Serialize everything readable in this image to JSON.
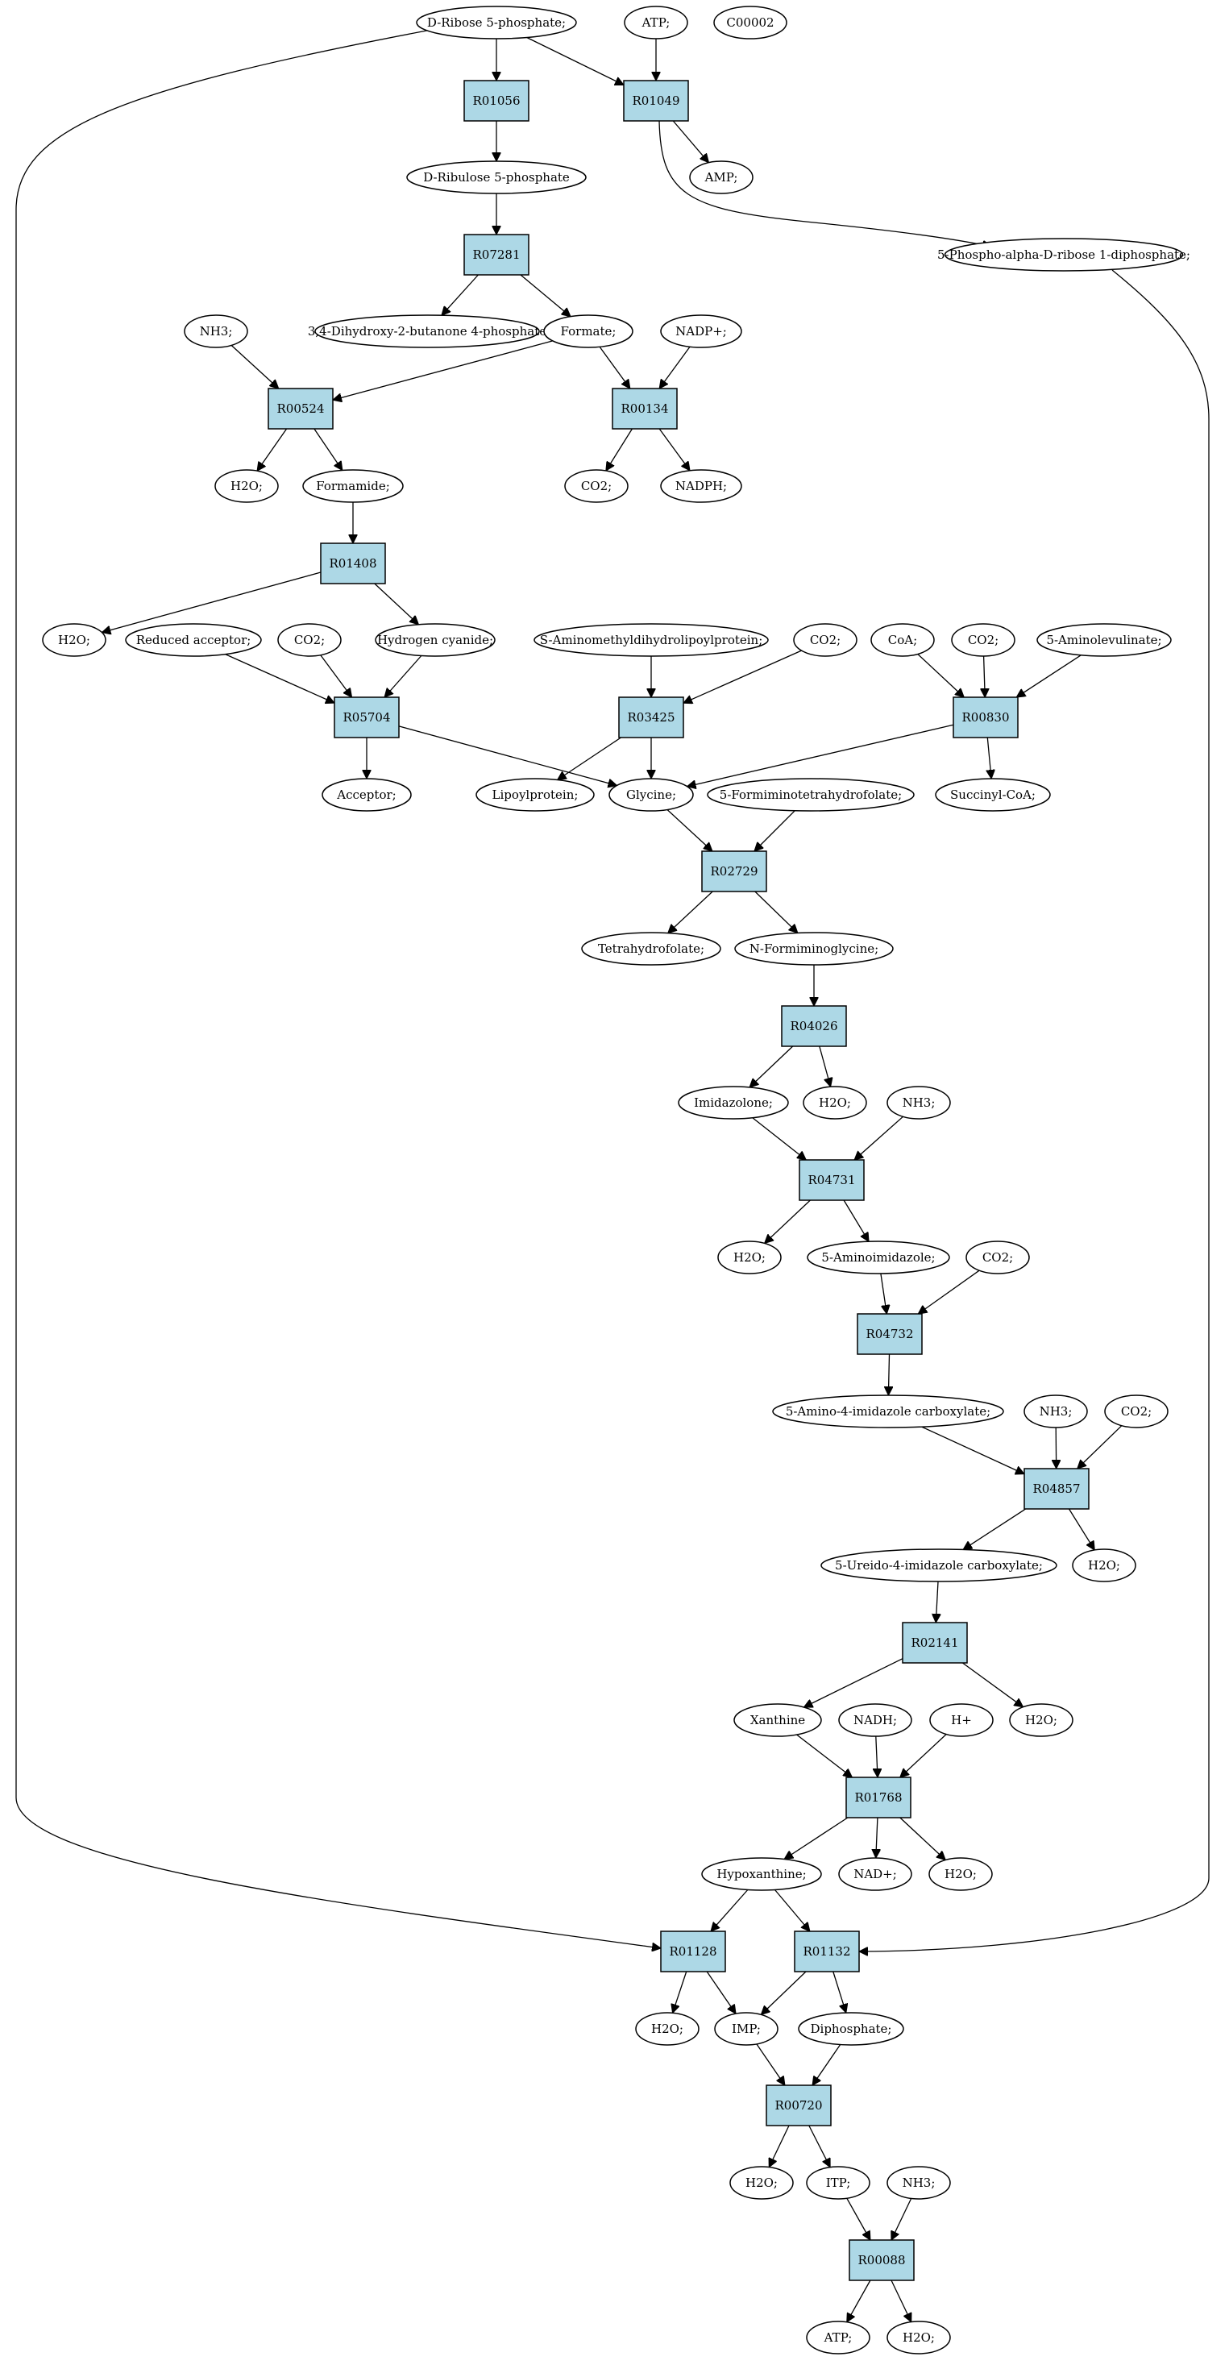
{
  "colors": {
    "reaction_fill": "#add8e6",
    "start_fill": "#00ff00",
    "target_fill": "#ffff00",
    "compound_fill": "#ffffff",
    "stroke": "#000000"
  },
  "nodes": [
    {
      "id": "n_ribose5p",
      "label": "D-Ribose 5-phosphate;",
      "kind": "start"
    },
    {
      "id": "n_atp_top",
      "label": "ATP;",
      "kind": "compound"
    },
    {
      "id": "n_c00002",
      "label": "C00002",
      "kind": "target"
    },
    {
      "id": "r_R01056",
      "label": "R01056",
      "kind": "reaction"
    },
    {
      "id": "r_R01049",
      "label": "R01049",
      "kind": "reaction"
    },
    {
      "id": "n_ribulose5p",
      "label": "D-Ribulose 5-phosphate",
      "kind": "compound"
    },
    {
      "id": "n_amp",
      "label": "AMP;",
      "kind": "compound"
    },
    {
      "id": "n_prpp",
      "label": "5-Phospho-alpha-D-ribose 1-diphosphate;",
      "kind": "compound"
    },
    {
      "id": "r_R07281",
      "label": "R07281",
      "kind": "reaction"
    },
    {
      "id": "n_nh3_1",
      "label": "NH3;",
      "kind": "compound"
    },
    {
      "id": "n_dhbp",
      "label": "3,4-Dihydroxy-2-butanone 4-phosphate",
      "kind": "compound"
    },
    {
      "id": "n_formate",
      "label": "Formate;",
      "kind": "compound"
    },
    {
      "id": "n_nadp",
      "label": "NADP+;",
      "kind": "compound"
    },
    {
      "id": "r_R00524",
      "label": "R00524",
      "kind": "reaction"
    },
    {
      "id": "r_R00134",
      "label": "R00134",
      "kind": "reaction"
    },
    {
      "id": "n_h2o_1",
      "label": "H2O;",
      "kind": "compound"
    },
    {
      "id": "n_formamide",
      "label": "Formamide;",
      "kind": "compound"
    },
    {
      "id": "n_co2_1",
      "label": "CO2;",
      "kind": "compound"
    },
    {
      "id": "n_nadph",
      "label": "NADPH;",
      "kind": "compound"
    },
    {
      "id": "r_R01408",
      "label": "R01408",
      "kind": "reaction"
    },
    {
      "id": "n_h2o_2",
      "label": "H2O;",
      "kind": "compound"
    },
    {
      "id": "n_redacc",
      "label": "Reduced acceptor;",
      "kind": "compound"
    },
    {
      "id": "n_co2_2",
      "label": "CO2;",
      "kind": "compound"
    },
    {
      "id": "n_hcn",
      "label": "Hydrogen cyanide;",
      "kind": "compound"
    },
    {
      "id": "n_samdlp",
      "label": "S-Aminomethyldihydrolipoylprotein;",
      "kind": "compound"
    },
    {
      "id": "n_co2_3",
      "label": "CO2;",
      "kind": "compound"
    },
    {
      "id": "n_coa",
      "label": "CoA;",
      "kind": "compound"
    },
    {
      "id": "n_co2_4",
      "label": "CO2;",
      "kind": "compound"
    },
    {
      "id": "n_ala",
      "label": "5-Aminolevulinate;",
      "kind": "compound"
    },
    {
      "id": "r_R05704",
      "label": "R05704",
      "kind": "reaction"
    },
    {
      "id": "r_R03425",
      "label": "R03425",
      "kind": "reaction"
    },
    {
      "id": "r_R00830",
      "label": "R00830",
      "kind": "reaction"
    },
    {
      "id": "n_acceptor",
      "label": "Acceptor;",
      "kind": "compound"
    },
    {
      "id": "n_lipoyl",
      "label": "Lipoylprotein;",
      "kind": "compound"
    },
    {
      "id": "n_glycine",
      "label": "Glycine;",
      "kind": "compound"
    },
    {
      "id": "n_fthf",
      "label": "5-Formiminotetrahydrofolate;",
      "kind": "compound"
    },
    {
      "id": "n_succoa",
      "label": "Succinyl-CoA;",
      "kind": "compound"
    },
    {
      "id": "r_R02729",
      "label": "R02729",
      "kind": "reaction"
    },
    {
      "id": "n_thf",
      "label": "Tetrahydrofolate;",
      "kind": "compound"
    },
    {
      "id": "n_nfg",
      "label": "N-Formiminoglycine;",
      "kind": "compound"
    },
    {
      "id": "r_R04026",
      "label": "R04026",
      "kind": "reaction"
    },
    {
      "id": "n_imidazolone",
      "label": "Imidazolone;",
      "kind": "compound"
    },
    {
      "id": "n_h2o_3",
      "label": "H2O;",
      "kind": "compound"
    },
    {
      "id": "n_nh3_2",
      "label": "NH3;",
      "kind": "compound"
    },
    {
      "id": "r_R04731",
      "label": "R04731",
      "kind": "reaction"
    },
    {
      "id": "n_h2o_4",
      "label": "H2O;",
      "kind": "compound"
    },
    {
      "id": "n_5ai",
      "label": "5-Aminoimidazole;",
      "kind": "compound"
    },
    {
      "id": "n_co2_5",
      "label": "CO2;",
      "kind": "compound"
    },
    {
      "id": "r_R04732",
      "label": "R04732",
      "kind": "reaction"
    },
    {
      "id": "n_5a4ic",
      "label": "5-Amino-4-imidazole carboxylate;",
      "kind": "compound"
    },
    {
      "id": "n_nh3_3",
      "label": "NH3;",
      "kind": "compound"
    },
    {
      "id": "n_co2_6",
      "label": "CO2;",
      "kind": "compound"
    },
    {
      "id": "r_R04857",
      "label": "R04857",
      "kind": "reaction"
    },
    {
      "id": "n_5u4ic",
      "label": "5-Ureido-4-imidazole carboxylate;",
      "kind": "compound"
    },
    {
      "id": "n_h2o_5",
      "label": "H2O;",
      "kind": "compound"
    },
    {
      "id": "r_R02141",
      "label": "R02141",
      "kind": "reaction"
    },
    {
      "id": "n_xanthine",
      "label": "Xanthine",
      "kind": "compound"
    },
    {
      "id": "n_nadh",
      "label": "NADH;",
      "kind": "compound"
    },
    {
      "id": "n_hplus",
      "label": "H+",
      "kind": "compound"
    },
    {
      "id": "n_h2o_6",
      "label": "H2O;",
      "kind": "compound"
    },
    {
      "id": "r_R01768",
      "label": "R01768",
      "kind": "reaction"
    },
    {
      "id": "n_hypoxanthine",
      "label": "Hypoxanthine;",
      "kind": "compound"
    },
    {
      "id": "n_nad",
      "label": "NAD+;",
      "kind": "compound"
    },
    {
      "id": "n_h2o_7",
      "label": "H2O;",
      "kind": "compound"
    },
    {
      "id": "r_R01128",
      "label": "R01128",
      "kind": "reaction"
    },
    {
      "id": "r_R01132",
      "label": "R01132",
      "kind": "reaction"
    },
    {
      "id": "n_h2o_8",
      "label": "H2O;",
      "kind": "compound"
    },
    {
      "id": "n_imp",
      "label": "IMP;",
      "kind": "compound"
    },
    {
      "id": "n_diphosphate",
      "label": "Diphosphate;",
      "kind": "compound"
    },
    {
      "id": "r_R00720",
      "label": "R00720",
      "kind": "reaction"
    },
    {
      "id": "n_h2o_9",
      "label": "H2O;",
      "kind": "compound"
    },
    {
      "id": "n_itp",
      "label": "ITP;",
      "kind": "compound"
    },
    {
      "id": "n_nh3_4",
      "label": "NH3;",
      "kind": "compound"
    },
    {
      "id": "r_R00088",
      "label": "R00088",
      "kind": "reaction"
    },
    {
      "id": "n_atp_bottom",
      "label": "ATP;",
      "kind": "compound"
    },
    {
      "id": "n_h2o_10",
      "label": "H2O;",
      "kind": "compound"
    }
  ],
  "edges": [
    [
      "n_ribose5p",
      "r_R01056"
    ],
    [
      "n_ribose5p",
      "r_R01049"
    ],
    [
      "n_atp_top",
      "r_R01049"
    ],
    [
      "r_R01056",
      "n_ribulose5p"
    ],
    [
      "r_R01049",
      "n_amp"
    ],
    [
      "r_R01049",
      "n_prpp"
    ],
    [
      "n_ribulose5p",
      "r_R07281"
    ],
    [
      "r_R07281",
      "n_dhbp"
    ],
    [
      "r_R07281",
      "n_formate"
    ],
    [
      "n_nh3_1",
      "r_R00524"
    ],
    [
      "n_formate",
      "r_R00524"
    ],
    [
      "n_formate",
      "r_R00134"
    ],
    [
      "n_nadp",
      "r_R00134"
    ],
    [
      "r_R00524",
      "n_h2o_1"
    ],
    [
      "r_R00524",
      "n_formamide"
    ],
    [
      "r_R00134",
      "n_co2_1"
    ],
    [
      "r_R00134",
      "n_nadph"
    ],
    [
      "n_formamide",
      "r_R01408"
    ],
    [
      "r_R01408",
      "n_h2o_2"
    ],
    [
      "r_R01408",
      "n_hcn"
    ],
    [
      "n_redacc",
      "r_R05704"
    ],
    [
      "n_co2_2",
      "r_R05704"
    ],
    [
      "n_hcn",
      "r_R05704"
    ],
    [
      "n_samdlp",
      "r_R03425"
    ],
    [
      "n_co2_3",
      "r_R03425"
    ],
    [
      "n_coa",
      "r_R00830"
    ],
    [
      "n_co2_4",
      "r_R00830"
    ],
    [
      "n_ala",
      "r_R00830"
    ],
    [
      "r_R05704",
      "n_acceptor"
    ],
    [
      "r_R05704",
      "n_glycine"
    ],
    [
      "r_R03425",
      "n_lipoyl"
    ],
    [
      "r_R03425",
      "n_glycine"
    ],
    [
      "r_R00830",
      "n_glycine"
    ],
    [
      "r_R00830",
      "n_succoa"
    ],
    [
      "n_glycine",
      "r_R02729"
    ],
    [
      "n_fthf",
      "r_R02729"
    ],
    [
      "r_R02729",
      "n_thf"
    ],
    [
      "r_R02729",
      "n_nfg"
    ],
    [
      "n_nfg",
      "r_R04026"
    ],
    [
      "r_R04026",
      "n_imidazolone"
    ],
    [
      "r_R04026",
      "n_h2o_3"
    ],
    [
      "n_imidazolone",
      "r_R04731"
    ],
    [
      "n_nh3_2",
      "r_R04731"
    ],
    [
      "r_R04731",
      "n_h2o_4"
    ],
    [
      "r_R04731",
      "n_5ai"
    ],
    [
      "n_5ai",
      "r_R04732"
    ],
    [
      "n_co2_5",
      "r_R04732"
    ],
    [
      "r_R04732",
      "n_5a4ic"
    ],
    [
      "n_5a4ic",
      "r_R04857"
    ],
    [
      "n_nh3_3",
      "r_R04857"
    ],
    [
      "n_co2_6",
      "r_R04857"
    ],
    [
      "r_R04857",
      "n_5u4ic"
    ],
    [
      "r_R04857",
      "n_h2o_5"
    ],
    [
      "n_5u4ic",
      "r_R02141"
    ],
    [
      "r_R02141",
      "n_xanthine"
    ],
    [
      "r_R02141",
      "n_h2o_6"
    ],
    [
      "n_xanthine",
      "r_R01768"
    ],
    [
      "n_nadh",
      "r_R01768"
    ],
    [
      "n_hplus",
      "r_R01768"
    ],
    [
      "r_R01768",
      "n_hypoxanthine"
    ],
    [
      "r_R01768",
      "n_nad"
    ],
    [
      "r_R01768",
      "n_h2o_7"
    ],
    [
      "n_hypoxanthine",
      "r_R01128"
    ],
    [
      "n_hypoxanthine",
      "r_R01132"
    ],
    [
      "n_ribose5p",
      "r_R01128"
    ],
    [
      "n_prpp",
      "r_R01132"
    ],
    [
      "r_R01128",
      "n_h2o_8"
    ],
    [
      "r_R01128",
      "n_imp"
    ],
    [
      "r_R01132",
      "n_imp"
    ],
    [
      "r_R01132",
      "n_diphosphate"
    ],
    [
      "n_imp",
      "r_R00720"
    ],
    [
      "n_diphosphate",
      "r_R00720"
    ],
    [
      "r_R00720",
      "n_h2o_9"
    ],
    [
      "r_R00720",
      "n_itp"
    ],
    [
      "n_itp",
      "r_R00088"
    ],
    [
      "n_nh3_4",
      "r_R00088"
    ],
    [
      "r_R00088",
      "n_atp_bottom"
    ],
    [
      "r_R00088",
      "n_h2o_10"
    ]
  ]
}
